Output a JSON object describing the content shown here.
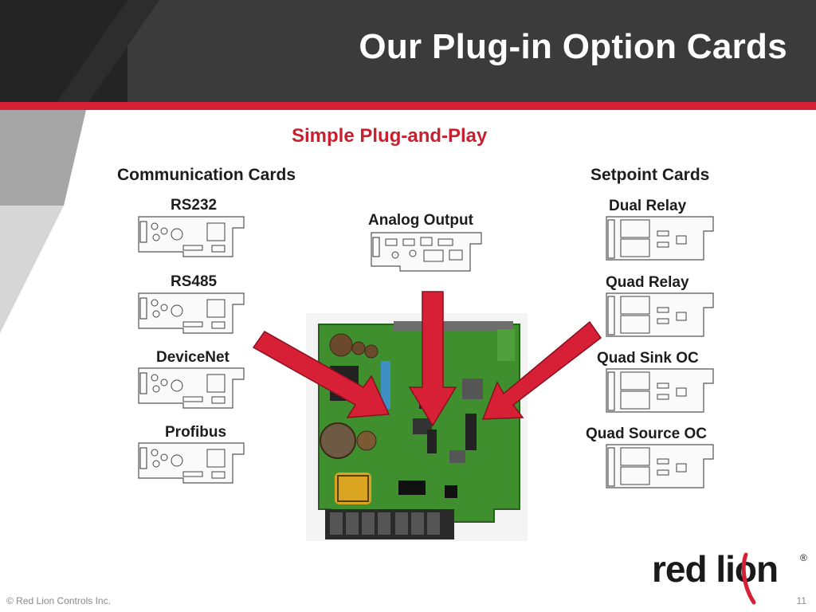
{
  "slide": {
    "title": "Our Plug-in Option Cards",
    "subtitle": "Simple Plug-and-Play",
    "footer_copyright": "© Red Lion Controls Inc.",
    "page_number": "11"
  },
  "communication": {
    "heading": "Communication Cards",
    "cards": [
      "RS232",
      "RS485",
      "DeviceNet",
      "Profibus"
    ]
  },
  "analog": {
    "label": "Analog Output"
  },
  "setpoint": {
    "heading": "Setpoint Cards",
    "cards": [
      "Dual Relay",
      "Quad Relay",
      "Quad Sink OC",
      "Quad Source OC"
    ]
  },
  "logo": {
    "text": "red lion",
    "registered": "®"
  },
  "colors": {
    "accent_red": "#d71f35",
    "header_gray": "#3b3b3b",
    "pcb_green": "#3f8f2e"
  }
}
